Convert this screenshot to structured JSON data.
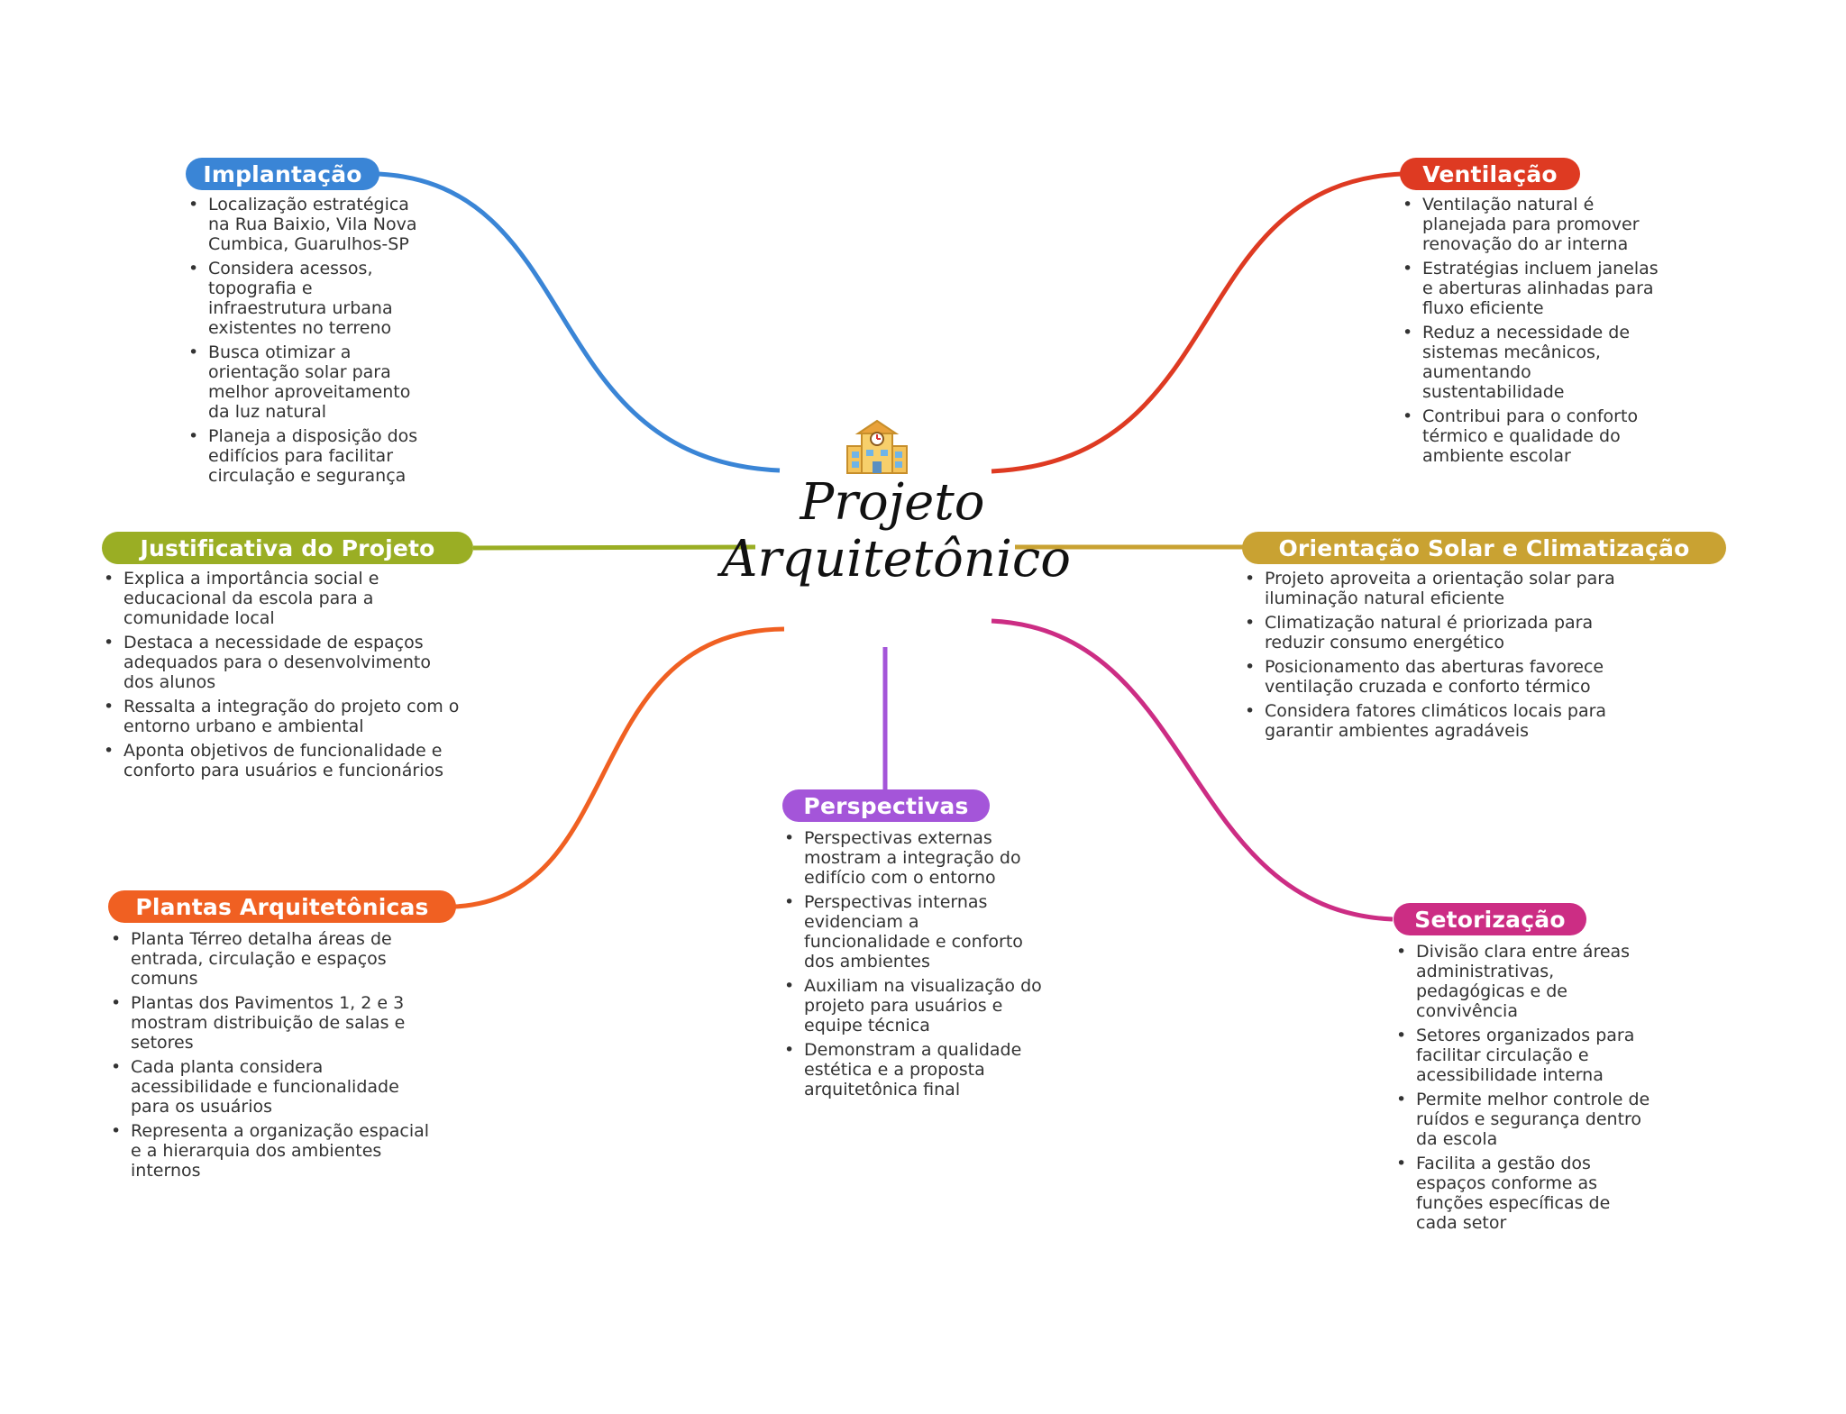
{
  "center": {
    "title": "Projeto Arquitetônico",
    "icon": "school-building-icon"
  },
  "branches": [
    {
      "id": "implantacao",
      "label": "Implantação",
      "color": "#3a85d6",
      "items": [
        "Localização estratégica na Rua Baixio, Vila Nova Cumbica, Guarulhos-SP",
        "Considera acessos, topografia e infraestrutura urbana existentes no terreno",
        "Busca otimizar a orientação solar para melhor aproveitamento da luz natural",
        "Planeja a disposição dos edifícios para facilitar circulação e segurança"
      ]
    },
    {
      "id": "justificativa",
      "label": "Justificativa do Projeto",
      "color": "#9aae24",
      "items": [
        "Explica a importância social e educacional da escola para a comunidade local",
        "Destaca a necessidade de espaços adequados para o desenvolvimento dos alunos",
        "Ressalta a integração do projeto com o entorno urbano e ambiental",
        "Aponta objetivos de funcionalidade e conforto para usuários e funcionários"
      ]
    },
    {
      "id": "plantas",
      "label": "Plantas Arquitetônicas",
      "color": "#f06022",
      "items": [
        "Planta Térreo detalha áreas de entrada, circulação e espaços comuns",
        "Plantas dos Pavimentos 1, 2 e 3 mostram distribuição de salas e setores",
        "Cada planta considera acessibilidade e funcionalidade para os usuários",
        "Representa a organização espacial e a hierarquia dos ambientes internos"
      ]
    },
    {
      "id": "perspectivas",
      "label": "Perspectivas",
      "color": "#a455d9",
      "items": [
        "Perspectivas externas mostram a integração do edifício com o entorno",
        "Perspectivas internas evidenciam a funcionalidade e conforto dos ambientes",
        "Auxiliam na visualização do projeto para usuários e equipe técnica",
        "Demonstram a qualidade estética e a proposta arquitetônica final"
      ]
    },
    {
      "id": "ventilacao",
      "label": "Ventilação",
      "color": "#de3a22",
      "items": [
        "Ventilação natural é planejada para promover renovação do ar interna",
        "Estratégias incluem janelas e aberturas alinhadas para fluxo eficiente",
        "Reduz a necessidade de sistemas mecânicos, aumentando sustentabilidade",
        "Contribui para o conforto térmico e qualidade do ambiente escolar"
      ]
    },
    {
      "id": "orientacao",
      "label": "Orientação Solar e Climatização",
      "color": "#c9a232",
      "items": [
        "Projeto aproveita a orientação solar para iluminação natural eficiente",
        "Climatização natural é priorizada para reduzir consumo energético",
        "Posicionamento das aberturas favorece ventilação cruzada e conforto térmico",
        "Considera fatores climáticos locais para garantir ambientes agradáveis"
      ]
    },
    {
      "id": "setorizacao",
      "label": "Setorização",
      "color": "#cc2d84",
      "items": [
        "Divisão clara entre áreas administrativas, pedagógicas e de convivência",
        "Setores organizados para facilitar circulação e acessibilidade interna",
        "Permite melhor controle de ruídos e segurança dentro da escola",
        "Facilita a gestão dos espaços conforme as funções específicas de cada setor"
      ]
    }
  ]
}
